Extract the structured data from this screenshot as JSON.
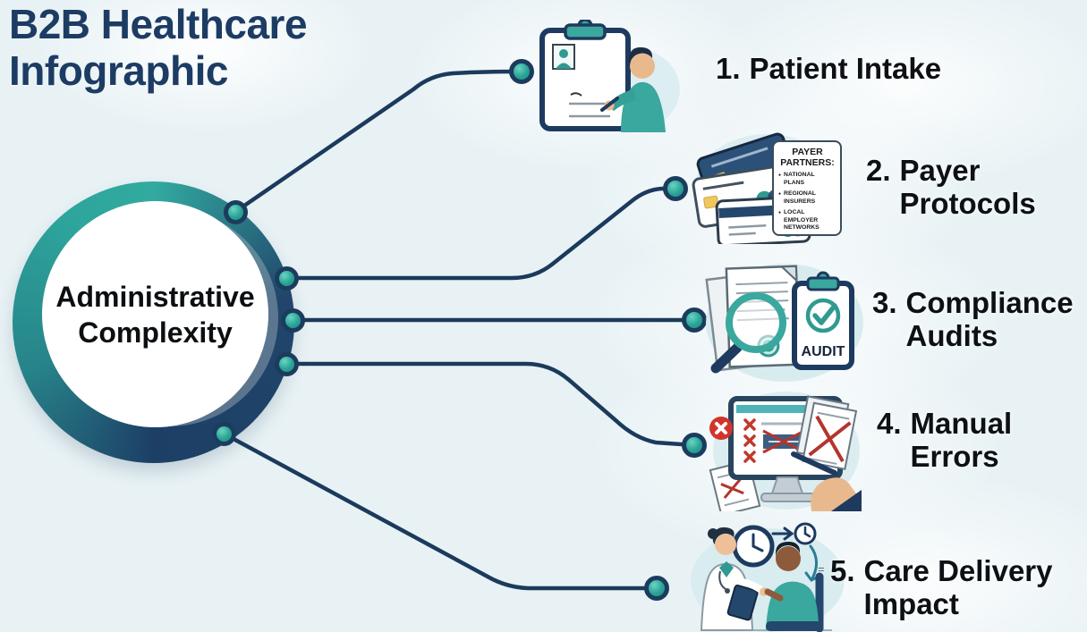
{
  "title": {
    "line1": "B2B Healthcare",
    "line2": "Infographic"
  },
  "center": {
    "line1": "Administrative",
    "line2": "Complexity"
  },
  "items": [
    {
      "num": "1.",
      "label": "Patient Intake",
      "icon": "patient-intake-clipboard"
    },
    {
      "num": "2.",
      "label": "Payer Protocols",
      "icon": "insurance-cards",
      "panel": {
        "title": "PAYER PARTNERS:",
        "bullets": [
          "NATIONAL PLANS",
          "REGIONAL INSURERS",
          "LOCAL EMPLOYER NETWORKS"
        ]
      }
    },
    {
      "num": "3.",
      "label": "Compliance Audits",
      "icon": "magnifier-documents",
      "badge": "AUDIT"
    },
    {
      "num": "4.",
      "label": "Manual Errors",
      "icon": "monitor-error-marks"
    },
    {
      "num": "5.",
      "label": "Care Delivery Impact",
      "icon": "doctor-patient-clock",
      "annotation": "="
    }
  ],
  "colors": {
    "background": "#e8f2f5",
    "title": "#1d3c64",
    "teal": "#32aaa0",
    "navy": "#1d3f66",
    "connector": "#1b3a5c",
    "label": "#0d1014",
    "error_red": "#c0392b",
    "card_navy": "#2c5179",
    "chip_yellow": "#f0c75e"
  }
}
